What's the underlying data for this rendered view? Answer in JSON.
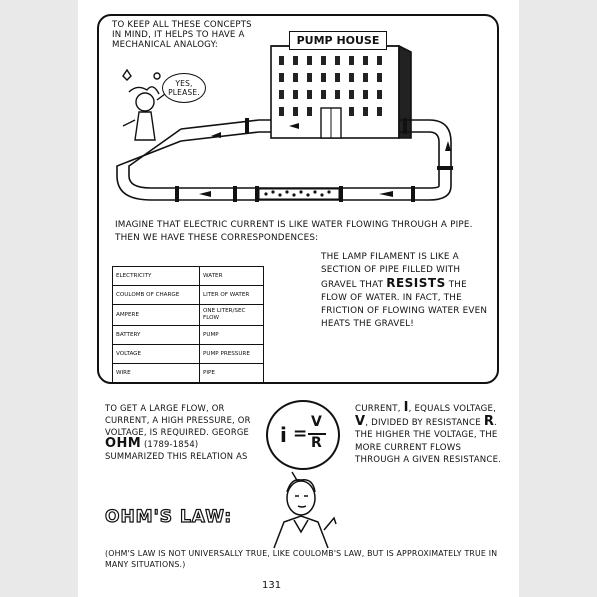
{
  "intro": "TO KEEP ALL THESE CONCEPTS IN MIND, IT HELPS TO HAVE A MECHANICAL ANALOGY:",
  "sign": "PUMP HOUSE",
  "bubble": "YES, PLEASE.",
  "imagine": "IMAGINE THAT ELECTRIC CURRENT IS LIKE WATER FLOWING THROUGH A PIPE. THEN WE HAVE THESE CORRESPONDENCES:",
  "table": {
    "rows": [
      [
        "ELECTRICITY",
        "WATER"
      ],
      [
        "COULOMB OF CHARGE",
        "LITER OF WATER"
      ],
      [
        "AMPERE",
        "ONE LITER/SEC FLOW"
      ],
      [
        "BATTERY",
        "PUMP"
      ],
      [
        "VOLTAGE",
        "PUMP PRESSURE"
      ],
      [
        "WIRE",
        "PIPE"
      ]
    ]
  },
  "filament": {
    "before": "THE LAMP FILAMENT IS LIKE A SECTION OF PIPE FILLED WITH GRAVEL THAT",
    "emphasis": "RESISTS",
    "after": "THE FLOW OF WATER. IN FACT, THE FRICTION OF FLOWING WATER EVEN HEATS THE GRAVEL!"
  },
  "left_text": {
    "before": "TO GET A LARGE FLOW, OR CURRENT, A HIGH PRESSURE, OR VOLTAGE, IS REQUIRED. GEORGE",
    "name": "OHM",
    "after": "(1789-1854) SUMMARIZED THIS RELATION AS"
  },
  "ohms_law": "OHM'S LAW:",
  "formula": {
    "i": "i",
    "eq": "=",
    "v": "V",
    "r": "R"
  },
  "right_text": {
    "p1": "CURRENT,",
    "i": "i",
    "p2": ", EQUALS VOLTAGE,",
    "v": "V",
    "p3": ", DIVIDED BY RESISTANCE",
    "r": "R",
    "p4": ". THE HIGHER THE VOLTAGE, THE MORE CURRENT FLOWS THROUGH A GIVEN RESISTANCE."
  },
  "footnote": "(OHM'S LAW IS NOT UNIVERSALLY TRUE, LIKE COULOMB'S LAW, BUT IS APPROXIMATELY TRUE IN MANY SITUATIONS.)",
  "page_number": "131"
}
